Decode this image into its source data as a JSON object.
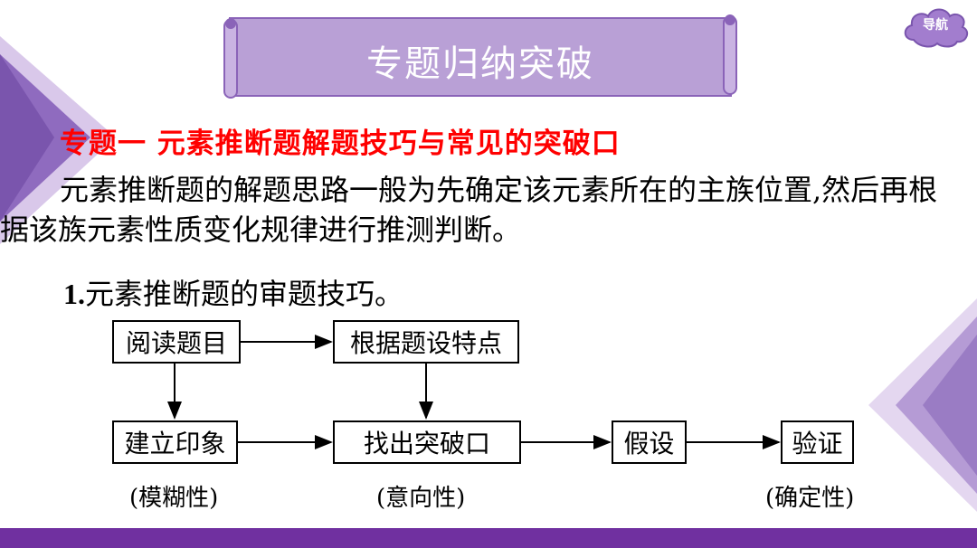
{
  "nav": {
    "label": "导航"
  },
  "banner": {
    "title": "专题归纳突破"
  },
  "section": {
    "title": "专题一  元素推断题解题技巧与常见的突破口"
  },
  "body": {
    "paragraph": "元素推断题的解题思路一般为先确定该元素所在的主族位置,然后再根据该族元素性质变化规律进行推测判断。",
    "item_number": "1.",
    "item_text": "元素推断题的审题技巧。"
  },
  "flow": {
    "read_problem": "阅读题目",
    "problem_features": "根据题设特点",
    "build_impression": "建立印象",
    "find_breakthrough": "找出突破口",
    "hypothesis": "假设",
    "verify": "验证",
    "note_fuzzy": "(模糊性)",
    "note_direction": "(意向性)",
    "note_certain": "(确定性)"
  },
  "colors": {
    "accent_purple": "#7030a0",
    "banner_fill": "#b9a0d6",
    "title_red": "#ff0000"
  }
}
